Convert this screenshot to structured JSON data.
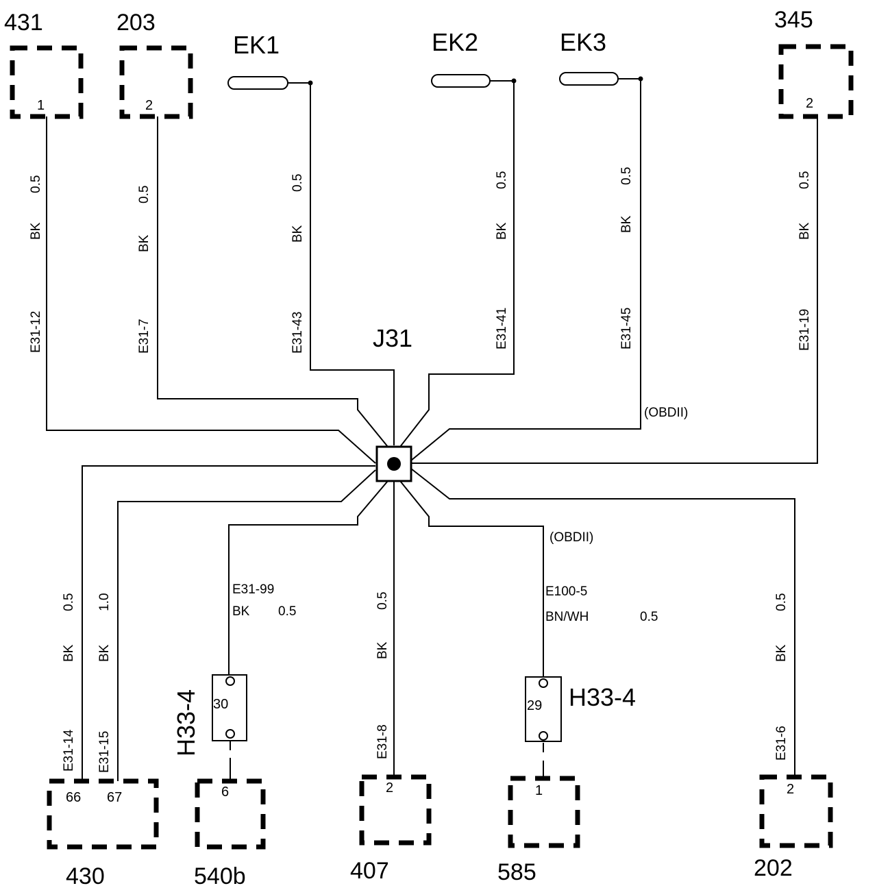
{
  "title": "",
  "components": {
    "c431": {
      "label": "431",
      "pin": "1"
    },
    "c203": {
      "label": "203",
      "pin": "2"
    },
    "c345": {
      "label": "345",
      "pin": "2"
    },
    "c430": {
      "label": "430",
      "pin_a": "66",
      "pin_b": "67"
    },
    "c540b": {
      "label": "540b",
      "pin": "6"
    },
    "c407": {
      "label": "407",
      "pin": "2"
    },
    "c585": {
      "label": "585",
      "pin": "1"
    },
    "c202": {
      "label": "202",
      "pin": "2"
    }
  },
  "ground_points": {
    "ek1": "EK1",
    "ek2": "EK2",
    "ek3": "EK3"
  },
  "junction": {
    "label": "J31"
  },
  "connectors": {
    "h33_left": {
      "label": "H33-4",
      "pin": "30"
    },
    "h33_right": {
      "label": "H33-4",
      "pin": "29"
    }
  },
  "wires": {
    "w431": {
      "size": "0.5",
      "color": "BK",
      "id": "E31-12"
    },
    "w203": {
      "size": "0.5",
      "color": "BK",
      "id": "E31-7"
    },
    "wek1": {
      "size": "0.5",
      "color": "BK",
      "id": "E31-43"
    },
    "wek2": {
      "size": "0.5",
      "color": "BK",
      "id": "E31-41"
    },
    "wek3": {
      "size": "0.5",
      "color": "BK",
      "id": "E31-45",
      "note": "(OBDII)"
    },
    "w345": {
      "size": "0.5",
      "color": "BK",
      "id": "E31-19"
    },
    "w430a": {
      "size": "0.5",
      "color": "BK",
      "id": "E31-14"
    },
    "w430b": {
      "size": "1.0",
      "color": "BK",
      "id": "E31-15"
    },
    "w540b": {
      "id": "E31-99",
      "color": "BK",
      "size": "0.5"
    },
    "w407": {
      "size": "0.5",
      "color": "BK",
      "id": "E31-8"
    },
    "w585": {
      "id": "E100-5",
      "color": "BN/WH",
      "size": "0.5",
      "note": "(OBDII)"
    },
    "w202": {
      "size": "0.5",
      "color": "BK",
      "id": "E31-6"
    }
  }
}
